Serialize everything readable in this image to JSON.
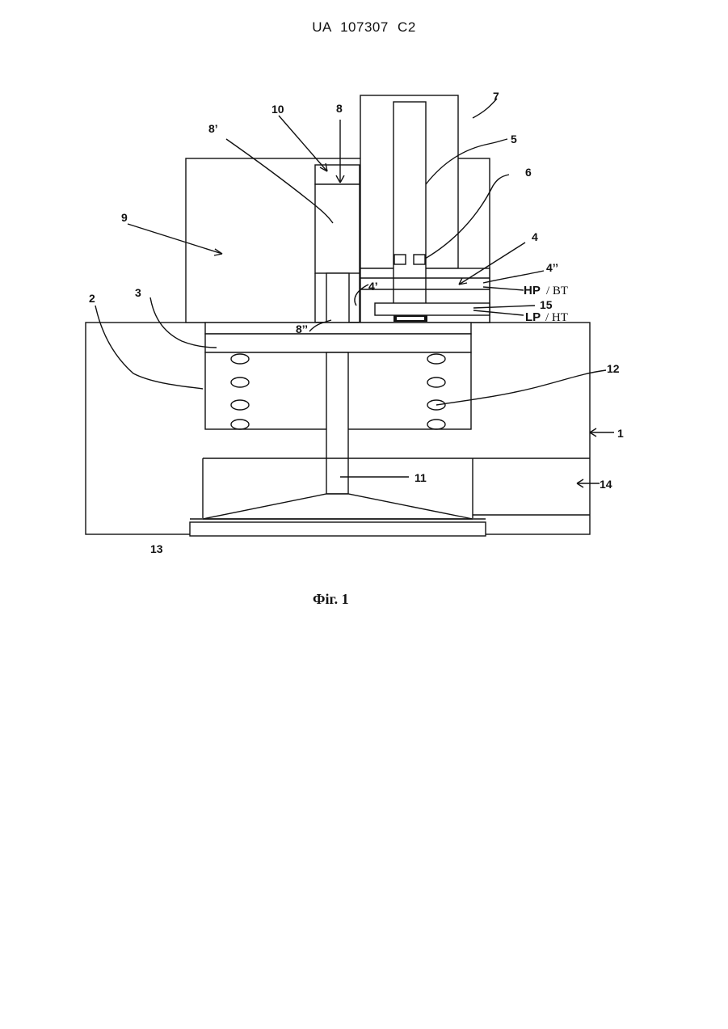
{
  "header": {
    "patent_number": "UA   107307   C2"
  },
  "caption": "Фіг. 1",
  "labels": {
    "l1": "1",
    "l2": "2",
    "l3": "3",
    "l4": "4",
    "l4p": "4’",
    "l4pp": "4’’",
    "l5": "5",
    "l6": "6",
    "l7": "7",
    "l8": "8",
    "l8p": "8’",
    "l8pp": "8’’",
    "l9": "9",
    "l10": "10",
    "l11": "11",
    "l12": "12",
    "l13": "13",
    "l14": "14",
    "l15": "15",
    "hp": "HP",
    "bt": "/ BT",
    "lp": "LP",
    "ht": "/ HT"
  }
}
